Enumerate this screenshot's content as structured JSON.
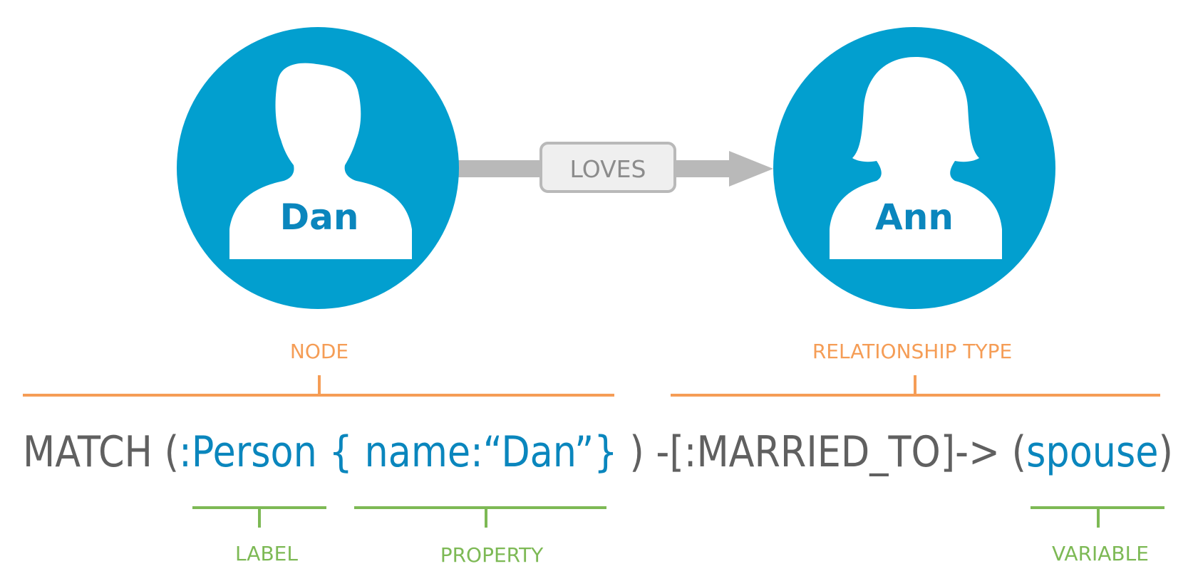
{
  "colors": {
    "node_fill": "#029fcf",
    "node_text": "#0a86bd",
    "silhouette": "#ffffff",
    "arrow": "#b9b9b9",
    "rel_box_fill": "#efefef",
    "rel_box_stroke": "#b9b9b9",
    "rel_text": "#8c8c8c",
    "query_plain": "#606060",
    "query_accent": "#0a86bd",
    "orange": "#f59d56",
    "green": "#7db955"
  },
  "nodes": {
    "left": {
      "name": "Dan",
      "icon": "male-silhouette-icon"
    },
    "right": {
      "name": "Ann",
      "icon": "female-silhouette-icon"
    }
  },
  "relationship": {
    "label": "LOVES",
    "icon": "arrow-right-icon"
  },
  "annotations": {
    "node": "NODE",
    "relationship_type": "RELATIONSHIP TYPE",
    "label": "LABEL",
    "property": "PROPERTY",
    "variable": "VARIABLE"
  },
  "query": {
    "match": "MATCH",
    "open_paren": "(",
    "label": ":Person",
    "property": "{ name:“Dan”}",
    "close_paren": ")",
    "relationship": "-[:MARRIED_TO]->",
    "open_paren_2": "(",
    "variable": "spouse",
    "close_paren_2": ")"
  }
}
